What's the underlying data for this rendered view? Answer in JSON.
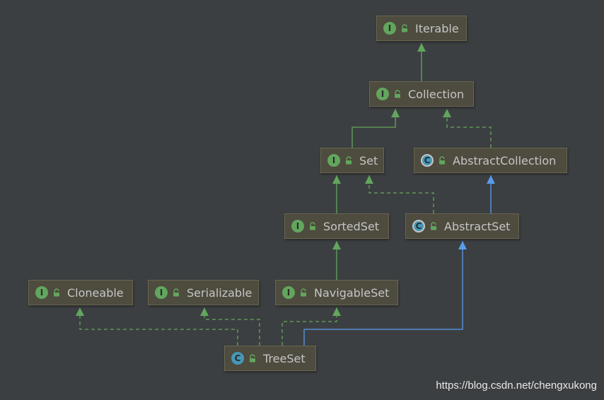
{
  "diagram": {
    "nodes": [
      {
        "id": "iterable",
        "label": "Iterable",
        "kind": "interface",
        "badge": "I"
      },
      {
        "id": "collection",
        "label": "Collection",
        "kind": "interface",
        "badge": "I"
      },
      {
        "id": "set",
        "label": "Set",
        "kind": "interface",
        "badge": "I"
      },
      {
        "id": "abstract-collection",
        "label": "AbstractCollection",
        "kind": "abstract-class",
        "badge": "C"
      },
      {
        "id": "sorted-set",
        "label": "SortedSet",
        "kind": "interface",
        "badge": "I"
      },
      {
        "id": "abstract-set",
        "label": "AbstractSet",
        "kind": "abstract-class",
        "badge": "C"
      },
      {
        "id": "cloneable",
        "label": "Cloneable",
        "kind": "interface",
        "badge": "I"
      },
      {
        "id": "serializable",
        "label": "Serializable",
        "kind": "interface",
        "badge": "I"
      },
      {
        "id": "navigable-set",
        "label": "NavigableSet",
        "kind": "interface",
        "badge": "I"
      },
      {
        "id": "tree-set",
        "label": "TreeSet",
        "kind": "class",
        "badge": "C"
      }
    ],
    "edges": [
      {
        "from": "collection",
        "to": "iterable",
        "type": "extends-interface"
      },
      {
        "from": "set",
        "to": "collection",
        "type": "extends-interface"
      },
      {
        "from": "abstract-collection",
        "to": "collection",
        "type": "implements"
      },
      {
        "from": "sorted-set",
        "to": "set",
        "type": "extends-interface"
      },
      {
        "from": "abstract-set",
        "to": "set",
        "type": "implements"
      },
      {
        "from": "abstract-set",
        "to": "abstract-collection",
        "type": "extends-class"
      },
      {
        "from": "navigable-set",
        "to": "sorted-set",
        "type": "extends-interface"
      },
      {
        "from": "tree-set",
        "to": "cloneable",
        "type": "implements"
      },
      {
        "from": "tree-set",
        "to": "serializable",
        "type": "implements"
      },
      {
        "from": "tree-set",
        "to": "navigable-set",
        "type": "implements"
      },
      {
        "from": "tree-set",
        "to": "abstract-set",
        "type": "extends-class"
      }
    ],
    "colors": {
      "background": "#3c3f41",
      "node_fill": "#4e4b3f",
      "interface_edge": "#62a65d",
      "class_edge": "#5a9bec",
      "node_text": "#c5c5c5"
    },
    "icons": {
      "interface": "interface-icon",
      "class": "class-icon",
      "lock": "lock-icon"
    }
  },
  "watermark": "https://blog.csdn.net/chengxukong"
}
